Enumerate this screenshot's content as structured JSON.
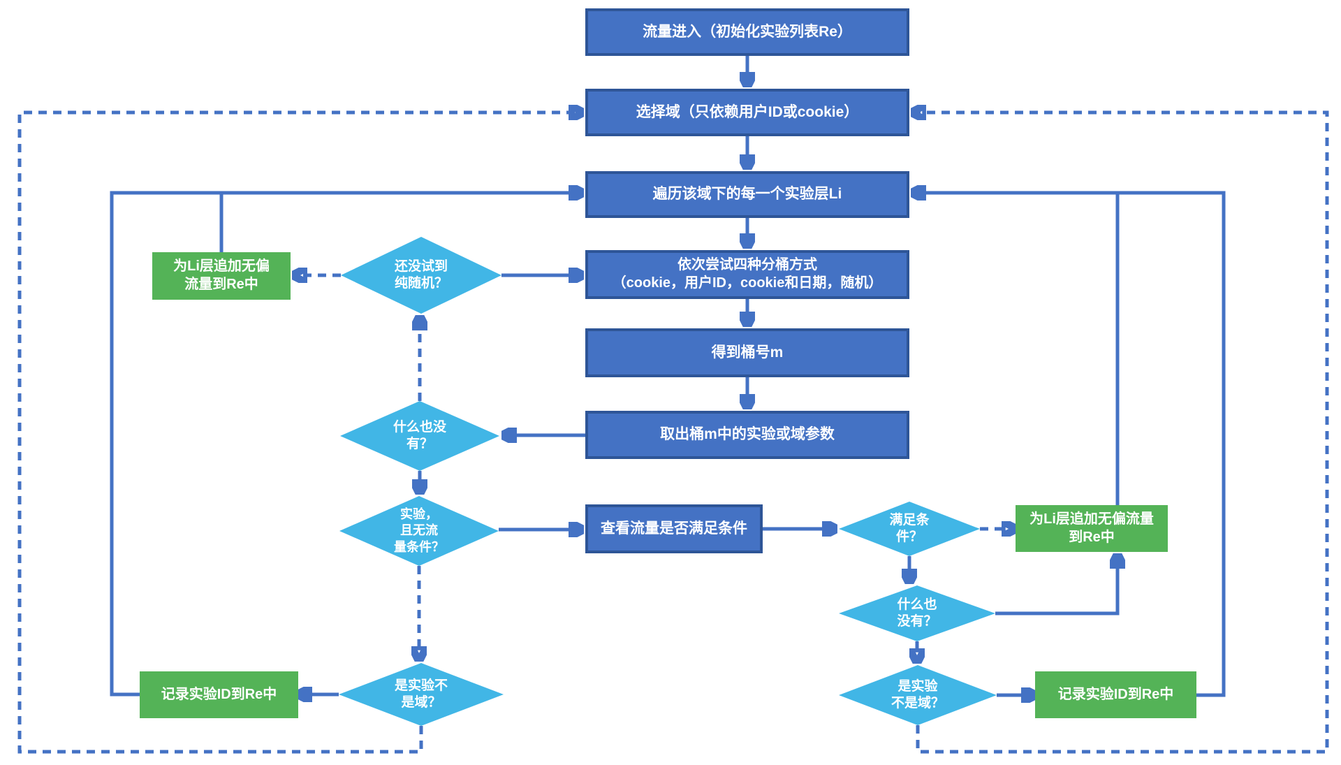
{
  "colors": {
    "box_fill": "#4472C4",
    "box_border": "#2E5597",
    "diamond_fill": "#41B6E6",
    "green_fill": "#54B357",
    "connector": "#4472C4",
    "text": "#FFFFFF"
  },
  "nodes": {
    "start": {
      "label": "流量进入（初始化实验列表Re）"
    },
    "select_domain": {
      "label": "选择域（只依赖用户ID或cookie）"
    },
    "iterate_layers": {
      "label": "遍历该域下的每一个实验层Li"
    },
    "try_bucketing": {
      "label": "依次尝试四种分桶方式\n（cookie，用户ID，cookie和日期，随机）"
    },
    "get_bucket": {
      "label": "得到桶号m"
    },
    "fetch_bucket_params": {
      "label": "取出桶m中的实验或域参数"
    },
    "check_traffic": {
      "label": "查看流量是否满足条件"
    },
    "not_tried_pure_random": {
      "label": "还没试到\n纯随机？"
    },
    "nothing_found_left": {
      "label": "什么也没\n有？"
    },
    "experiment_no_traffic_condition": {
      "label": "实验，\n且无流\n量条件？"
    },
    "meets_condition": {
      "label": "满足条\n件？"
    },
    "nothing_found_right": {
      "label": "什么也\n没有？"
    },
    "is_experiment_left": {
      "label": "是实验不\n是域？"
    },
    "is_experiment_right": {
      "label": "是实验\n不是域？"
    },
    "append_unbiased_left": {
      "label": "为Li层追加无偏\n流量到Re中"
    },
    "append_unbiased_right": {
      "label": "为Li层追加无偏流量\n到Re中"
    },
    "record_exp_id_left": {
      "label": "记录实验ID到Re中"
    },
    "record_exp_id_right": {
      "label": "记录实验ID到Re中"
    }
  }
}
